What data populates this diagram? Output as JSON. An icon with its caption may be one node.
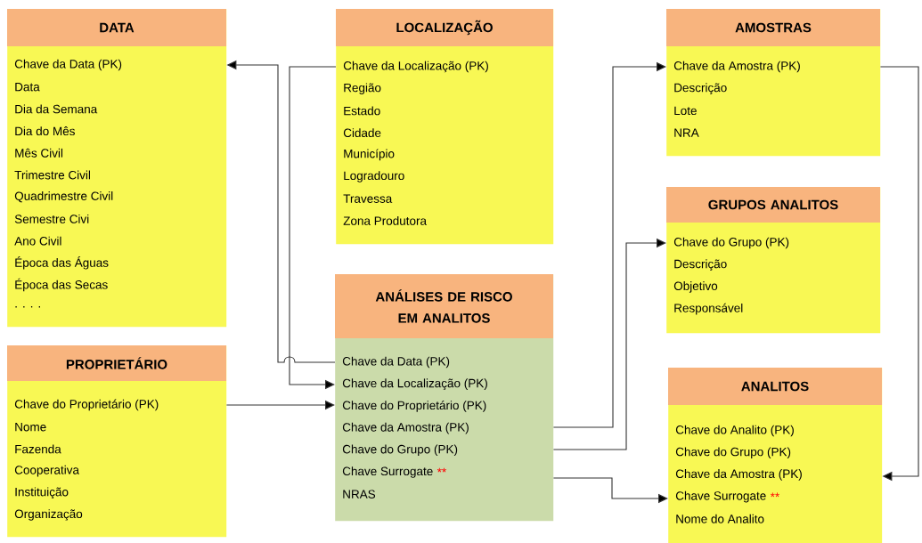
{
  "diagram": {
    "nodes": [
      {
        "text": [
          "DATA",
          "Chave da Data (PK)",
          "Data",
          "Dia da Semana",
          "Dia do Mês",
          "Mês Civil",
          "Trimestre Civil",
          "Quadrimestre Civil",
          "Semestre Civi",
          "Ano Civil",
          "Época das Águas",
          "Época das Secas",
          ". . . ."
        ]
      },
      {
        "text": [
          "LOCALIZAÇÃO",
          "Chave da Localização (PK)",
          "Região",
          "Estado",
          "Cidade",
          "Município",
          "Logradouro",
          "Travessa",
          "Zona Produtora"
        ]
      },
      {
        "text": [
          "AMOSTRAS",
          "Chave da Amostra (PK)",
          "Descrição",
          "Lote",
          "NRA"
        ]
      },
      {
        "text": [
          "GRUPOS ANALITOS",
          "Chave do Grupo (PK)",
          "Descrição",
          "Objetivo",
          "Responsável"
        ]
      },
      {
        "text": [
          "ANÁLISES DE RISCO EM ANALITOS",
          "Chave da Data (PK)",
          "Chave da Localização (PK)",
          "Chave do Proprietário (PK)",
          "Chave da Amostra (PK)",
          "Chave do Grupo (PK)",
          "Chave Surrogate",
          "**",
          "NRAS"
        ]
      },
      {
        "text": [
          "PROPRIETÁRIO",
          "Chave do Proprietário (PK)",
          "Nome",
          "Fazenda",
          "Cooperativa",
          "Instituição",
          "Organização"
        ]
      },
      {
        "text": [
          "ANALITOS",
          "Chave do Analito (PK)",
          "Chave do Grupo (PK)",
          "Chave da Amostra (PK)",
          "Chave Surrogate",
          "**",
          "Nome do Analito"
        ]
      }
    ],
    "edges": [
      {
        "from": 4,
        "to": 0,
        "arrow": "to"
      },
      {
        "from": 1,
        "to": 4,
        "arrow": "to"
      },
      {
        "from": 5,
        "to": 4,
        "arrow": "to"
      },
      {
        "from": 4,
        "to": 2,
        "arrow": "to"
      },
      {
        "from": 4,
        "to": 3,
        "arrow": "to"
      },
      {
        "from": 4,
        "to": 6,
        "arrow": "to"
      },
      {
        "from": 2,
        "to": 6,
        "arrow": "to"
      }
    ]
  }
}
